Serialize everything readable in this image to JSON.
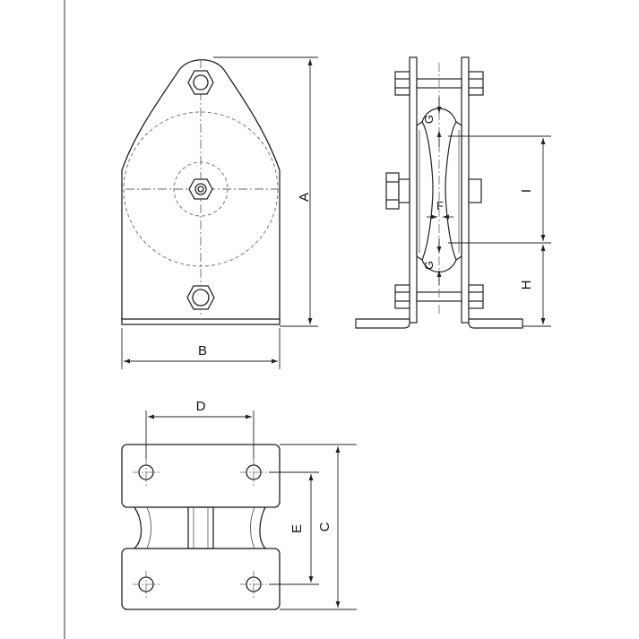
{
  "diagram": {
    "labels": {
      "A": "A",
      "B": "B",
      "C": "C",
      "D": "D",
      "E": "E",
      "F": "F",
      "G_top": "G",
      "G_bottom": "G",
      "H": "H",
      "I": "I"
    },
    "colors": {
      "line": "#222222",
      "light_line": "#555555",
      "hidden_line": "#777777",
      "background": "#ffffff"
    }
  }
}
